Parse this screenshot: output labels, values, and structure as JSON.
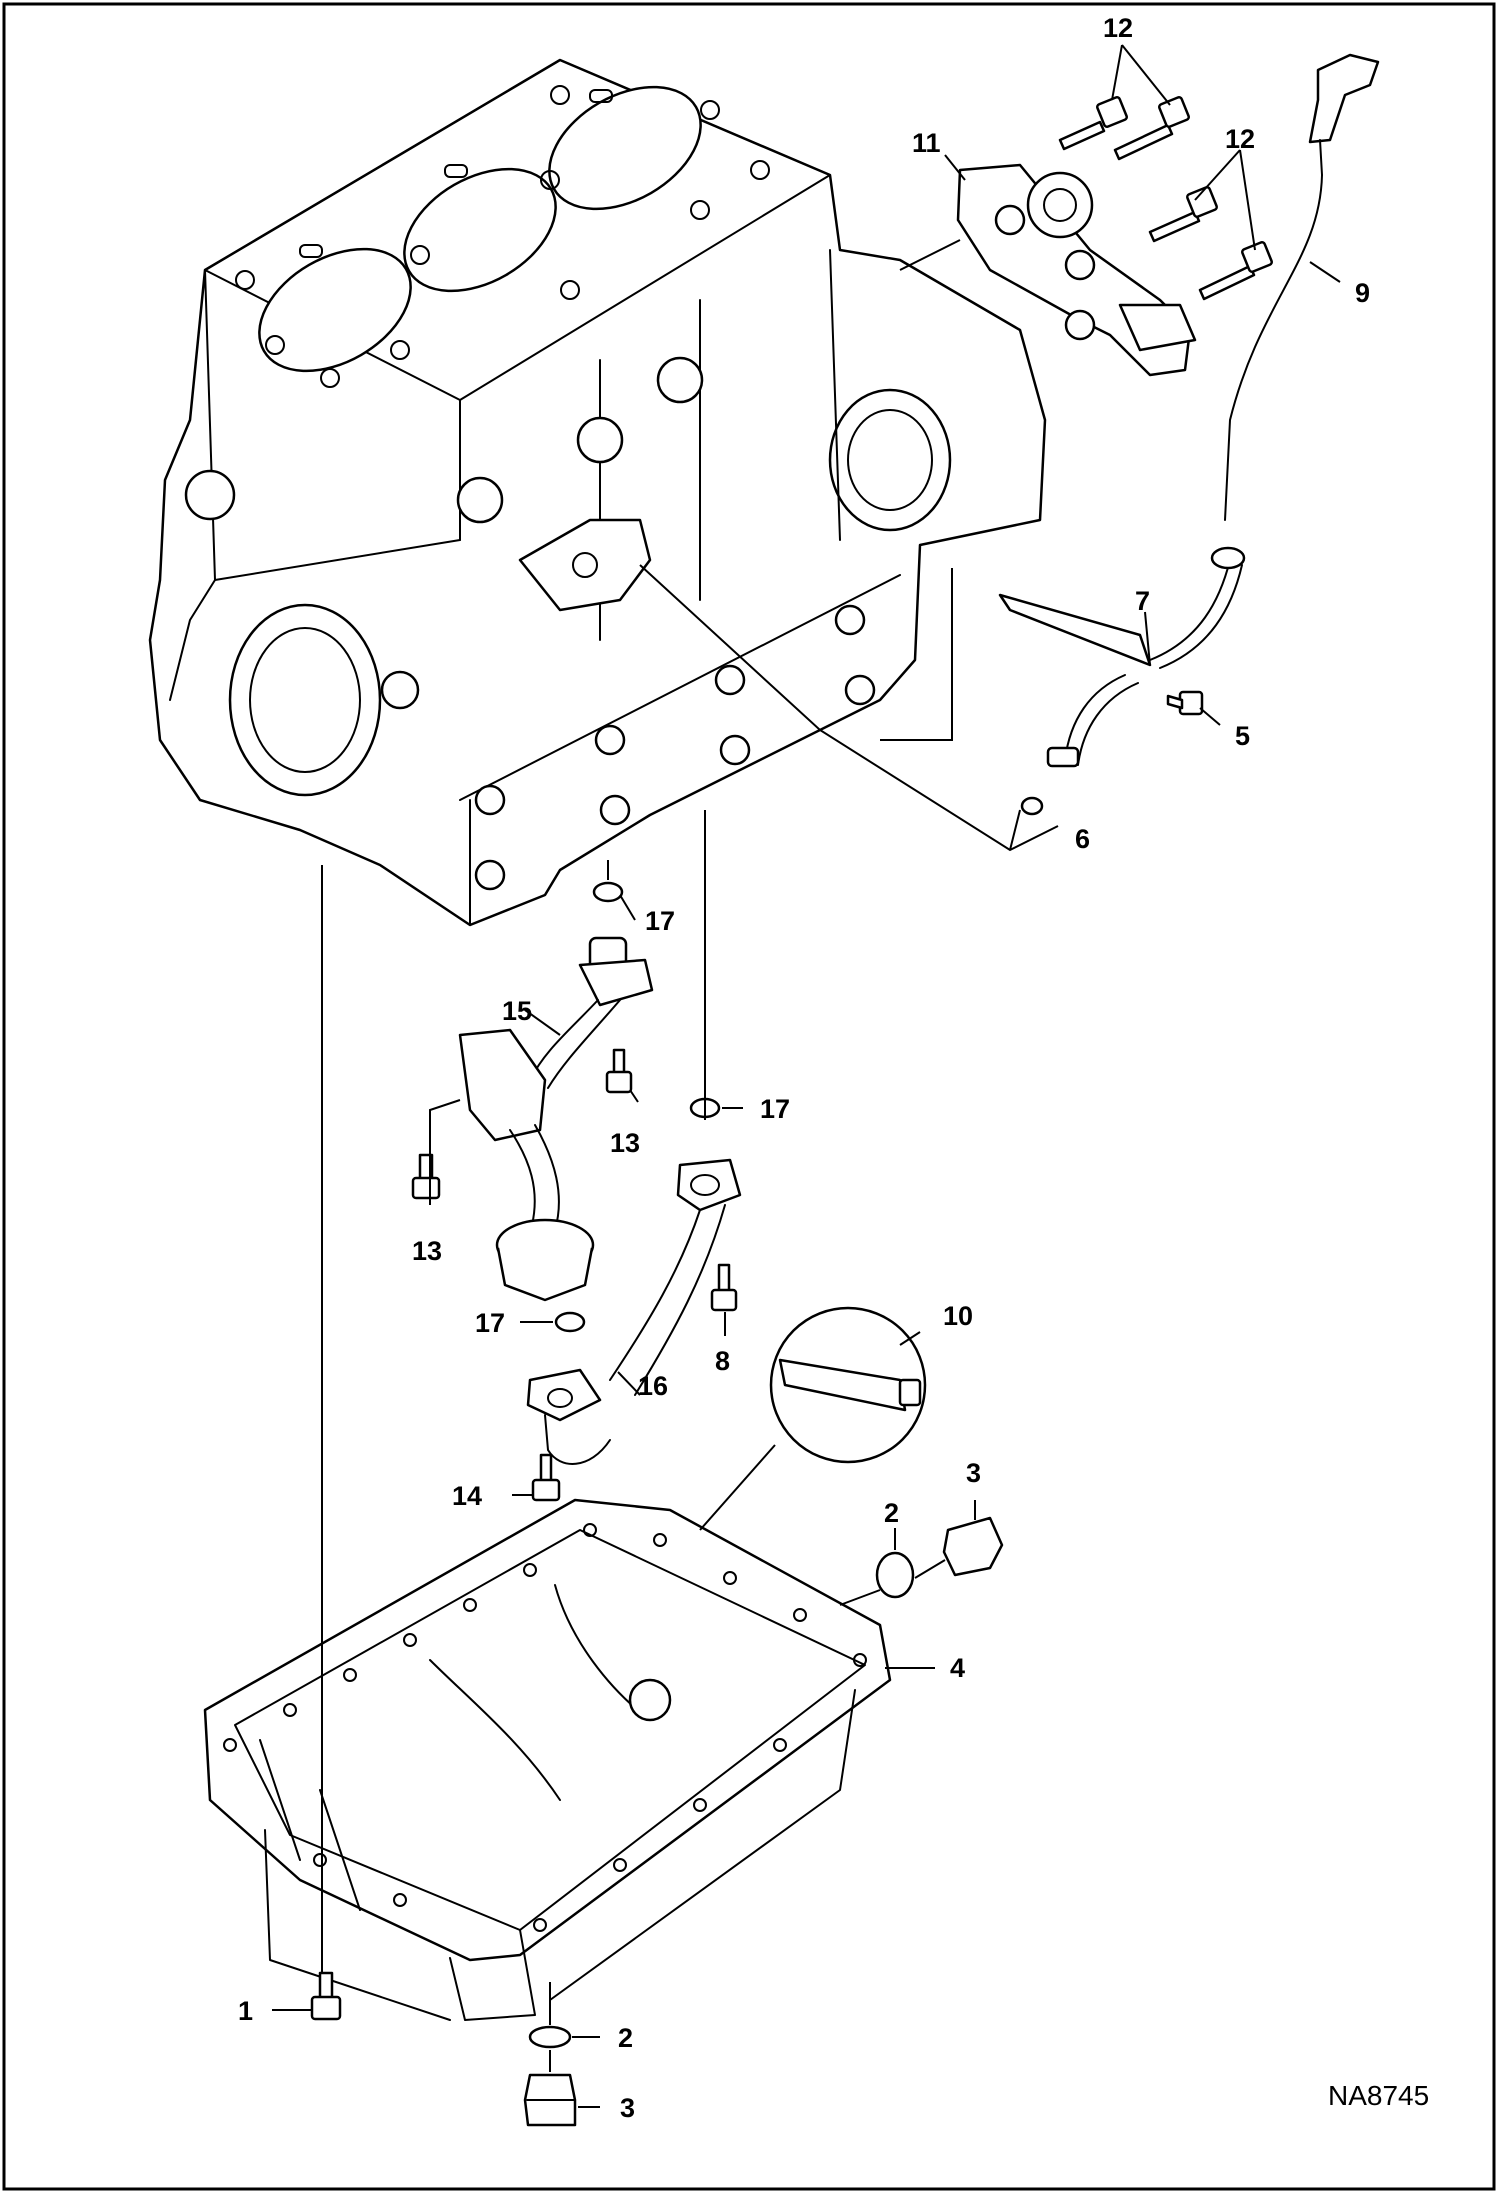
{
  "figure_id": "NA8745",
  "callouts": [
    {
      "id": "c12a",
      "label": "12"
    },
    {
      "id": "c12b",
      "label": "12"
    },
    {
      "id": "c11",
      "label": "11"
    },
    {
      "id": "c9",
      "label": "9"
    },
    {
      "id": "c7",
      "label": "7"
    },
    {
      "id": "c5",
      "label": "5"
    },
    {
      "id": "c6",
      "label": "6"
    },
    {
      "id": "c17a",
      "label": "17"
    },
    {
      "id": "c15",
      "label": "15"
    },
    {
      "id": "c13a",
      "label": "13"
    },
    {
      "id": "c17b",
      "label": "17"
    },
    {
      "id": "c13b",
      "label": "13"
    },
    {
      "id": "c17c",
      "label": "17"
    },
    {
      "id": "c8",
      "label": "8"
    },
    {
      "id": "c10",
      "label": "10"
    },
    {
      "id": "c16",
      "label": "16"
    },
    {
      "id": "c3a",
      "label": "3"
    },
    {
      "id": "c2a",
      "label": "2"
    },
    {
      "id": "c14",
      "label": "14"
    },
    {
      "id": "c4",
      "label": "4"
    },
    {
      "id": "c1",
      "label": "1"
    },
    {
      "id": "c2b",
      "label": "2"
    },
    {
      "id": "c3b",
      "label": "3"
    }
  ]
}
